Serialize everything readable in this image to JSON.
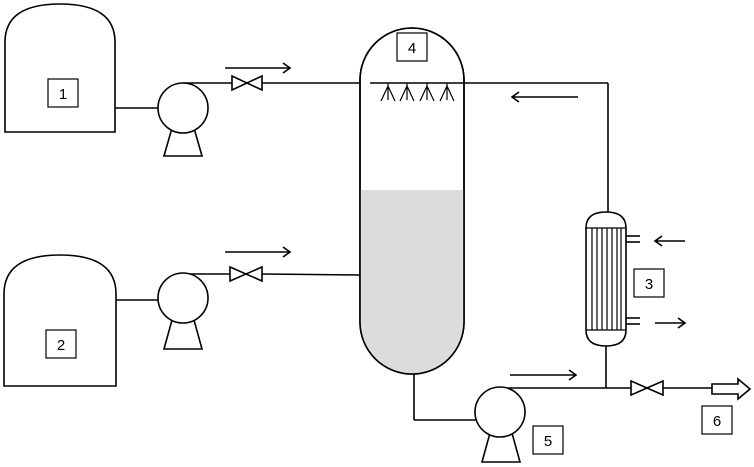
{
  "diagram": {
    "labels": {
      "tank_1": "1",
      "tank_2": "2",
      "heat_exchanger": "3",
      "reactor": "4",
      "pump": "5",
      "outlet": "6"
    },
    "colors": {
      "line": "#000000",
      "liquid": "#dcdcdc",
      "background": "#ffffff"
    },
    "icons": [
      "pump-icon",
      "valve-icon",
      "arrow-icon",
      "spray-nozzle-icon",
      "tube-bundle-icon"
    ]
  }
}
